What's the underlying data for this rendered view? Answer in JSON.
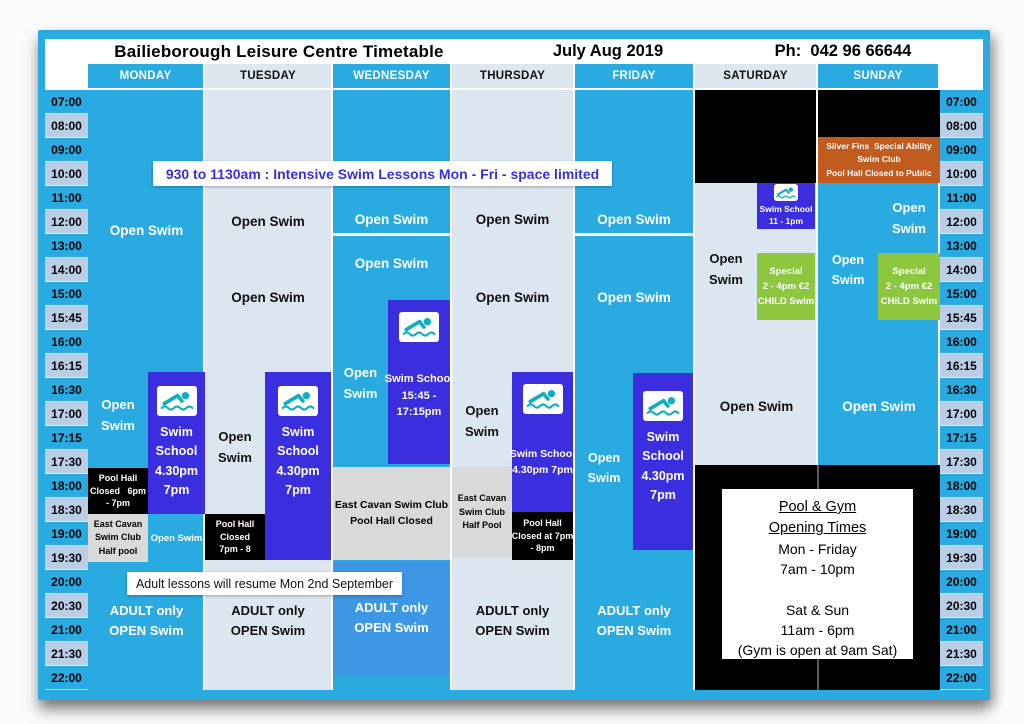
{
  "header": {
    "title": "Bailieborough Leisure Centre Timetable",
    "date": "July Aug 2019",
    "phone": "Ph:  042 96 66644"
  },
  "days": [
    "MONDAY",
    "TUESDAY",
    "WEDNESDAY",
    "THURSDAY",
    "FRIDAY",
    "SATURDAY",
    "SUNDAY"
  ],
  "times": [
    "07:00",
    "08:00",
    "09:00",
    "10:00",
    "11:00",
    "12:00",
    "13:00",
    "14:00",
    "15:00",
    "15:45",
    "16:00",
    "16:15",
    "16:30",
    "17:00",
    "17:15",
    "17:30",
    "18:00",
    "18:30",
    "19:00",
    "19:30",
    "20:00",
    "20:30",
    "21:00",
    "21:30",
    "22:00"
  ],
  "banners": {
    "intensive": "930 to 1130am : Intensive Swim Lessons Mon - Fri - space limited",
    "adult_resume": "Adult lessons will resume Mon 2nd September"
  },
  "schedule": {
    "monday": {
      "open_swim_1": [
        "Open Swim"
      ],
      "open_swim_2": [
        "Open",
        "Swim"
      ],
      "swim_school": [
        "Swim",
        "School",
        "4.30pm",
        "7pm"
      ],
      "pool_hall_closed": [
        "Pool Hall",
        "Closed   6pm",
        "- 7pm"
      ],
      "east_cavan": [
        "East Cavan",
        "Swim Club",
        "Half pool"
      ],
      "open_swim_3": [
        "Open Swim"
      ],
      "adult_only": [
        "ADULT only",
        "OPEN Swim"
      ]
    },
    "tuesday": {
      "open_swim_1": [
        "Open Swim"
      ],
      "open_swim_2": [
        "Open Swim"
      ],
      "open_swim_3": [
        "Open",
        "Swim"
      ],
      "swim_school": [
        "Swim",
        "School",
        "4.30pm",
        "7pm"
      ],
      "pool_hall_closed": [
        "Pool Hall",
        "Closed",
        "7pm - 8"
      ],
      "adult_only": [
        "ADULT only",
        "OPEN Swim"
      ]
    },
    "wednesday": {
      "open_swim_1": [
        "Open Swim"
      ],
      "open_swim_2": [
        "Open Swim"
      ],
      "open_swim_3": [
        "Open",
        "Swim"
      ],
      "swim_school": [
        "Swim School",
        "15:45 -",
        "17:15pm"
      ],
      "east_cavan": [
        "East Cavan Swim Club",
        "Pool Hall Closed"
      ],
      "adult_only": [
        "ADULT only",
        "OPEN Swim"
      ]
    },
    "thursday": {
      "open_swim_1": [
        "Open Swim"
      ],
      "open_swim_2": [
        "Open Swim"
      ],
      "open_swim_3": [
        "Open",
        "Swim"
      ],
      "swim_school": [
        "Swim School",
        "4.30pm 7pm"
      ],
      "east_cavan": [
        "East Cavan",
        "Swim Club",
        "Half Pool"
      ],
      "pool_hall_closed": [
        "Pool Hall",
        "Closed at 7pm",
        "- 8pm"
      ],
      "adult_only": [
        "ADULT only",
        "OPEN Swim"
      ]
    },
    "friday": {
      "open_swim_1": [
        "Open Swim"
      ],
      "open_swim_2": [
        "Open Swim"
      ],
      "open_swim_3": [
        "Open",
        "Swim"
      ],
      "swim_school": [
        "Swim",
        "School",
        "4.30pm",
        "7pm"
      ],
      "adult_only": [
        "ADULT only",
        "OPEN Swim"
      ]
    },
    "saturday": {
      "swim_school": [
        "Swim School",
        "11 - 1pm"
      ],
      "open_swim_left": [
        "Open",
        "Swim"
      ],
      "special_child_swim": [
        "Special",
        "2 - 4pm €2",
        "CHILD Swim"
      ],
      "open_swim_full": [
        "Open Swim"
      ]
    },
    "sunday": {
      "silver_fins": [
        "Silver Fins  Special Ability",
        "Swim Club",
        "Pool Hall Closed to Public"
      ],
      "open_swim_right": [
        "Open",
        "Swim"
      ],
      "open_swim_left": [
        "Open",
        "Swim"
      ],
      "special_child_swim": [
        "Special",
        "2 - 4pm €2",
        "CHILD Swim"
      ],
      "open_swim_full": [
        "Open Swim"
      ]
    }
  },
  "info_box": {
    "title1": "Pool & Gym",
    "title2": "Opening Times",
    "lines": [
      "Mon - Friday",
      "7am - 10pm",
      "",
      "Sat & Sun",
      "11am - 6pm",
      "(Gym is open at 9am Sat)"
    ]
  },
  "icons": {
    "swim_school": "swimmer-icon"
  },
  "colors": {
    "cyan": "#29ABE2",
    "light_column": "#DCE6F1",
    "time_alt": "#B9CDE6",
    "swim_school_blue": "#3A2EDE",
    "green_special": "#8DC63F",
    "orange_silver_fins": "#C25B1E",
    "medium_blue_adult": "#3E97E4",
    "east_cavan_gray": "#D9D9D9",
    "banner_text_blue": "#3732D8"
  }
}
